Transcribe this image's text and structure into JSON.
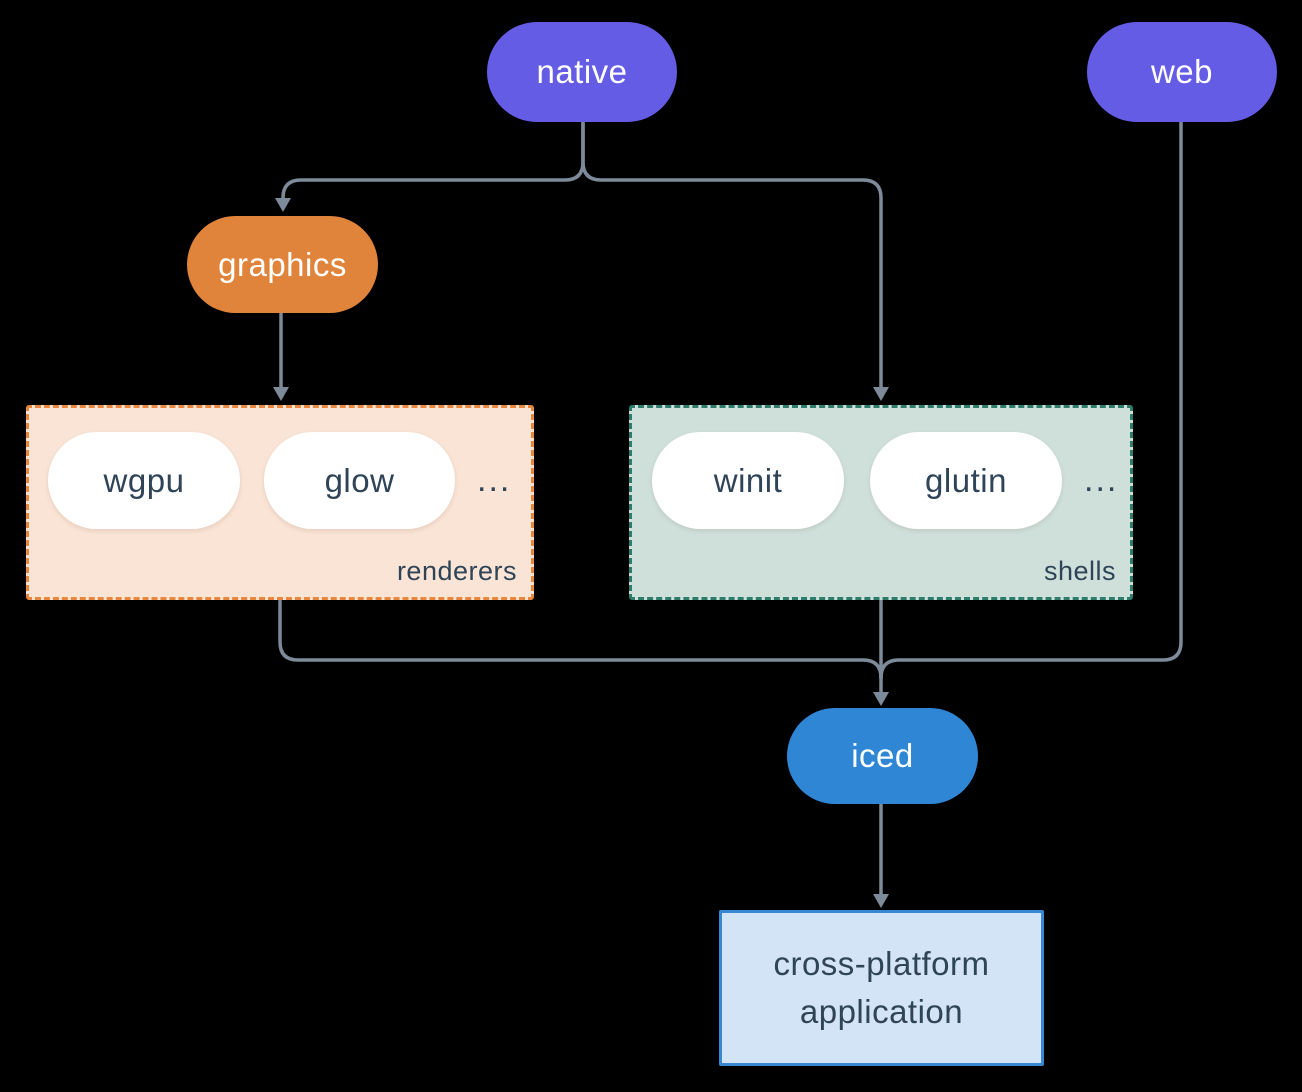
{
  "diagram": {
    "background": "#000000",
    "connector_color": "#7D8A99",
    "text_dark": "#2F4457",
    "nodes": {
      "native": {
        "label": "native",
        "color": "#655CE6"
      },
      "web": {
        "label": "web",
        "color": "#655CE6"
      },
      "graphics": {
        "label": "graphics",
        "color": "#E0843C"
      },
      "iced": {
        "label": "iced",
        "color": "#2E86D5"
      },
      "application": {
        "lines": [
          "cross-platform",
          "application"
        ],
        "fill": "#D2E4F6",
        "border": "#3787D2"
      }
    },
    "groups": {
      "renderers": {
        "label": "renderers",
        "fill": "#FAE4D6",
        "border": "#E8873D",
        "items": [
          "wgpu",
          "glow"
        ],
        "ellipsis": "..."
      },
      "shells": {
        "label": "shells",
        "fill": "#CFE0DB",
        "border": "#2E7D6C",
        "items": [
          "winit",
          "glutin"
        ],
        "ellipsis": "..."
      }
    },
    "edges": [
      "native -> graphics",
      "native -> shells",
      "graphics -> renderers",
      "renderers -> iced",
      "shells -> iced",
      "web -> iced",
      "iced -> application"
    ]
  }
}
